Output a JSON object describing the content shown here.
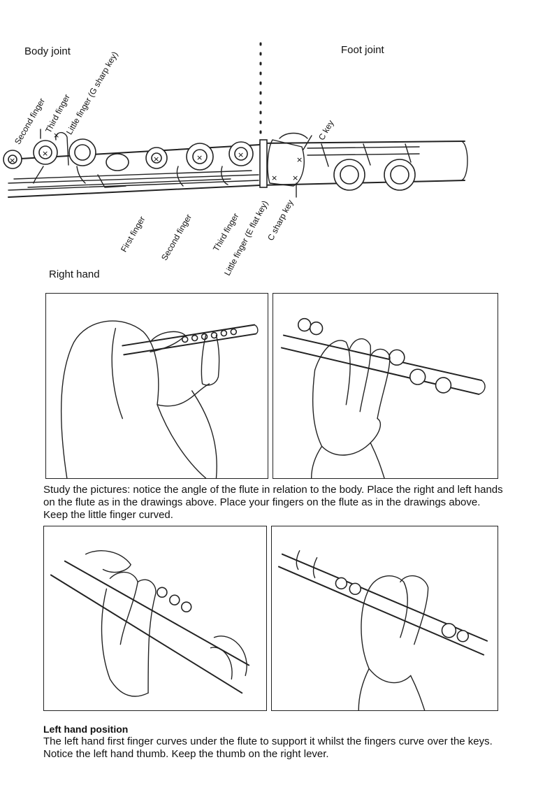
{
  "diagram": {
    "body_joint": "Body joint",
    "foot_joint": "Foot joint",
    "right_hand": "Right hand",
    "labels": {
      "second_finger_top": "Second finger",
      "third_finger_top": "Third finger",
      "little_finger_g_sharp": "Little finger (G sharp key)",
      "c_key": "C key",
      "first_finger": "First finger",
      "second_finger_bottom": "Second finger",
      "third_finger_bottom": "Third finger",
      "little_finger_e_flat": "Little finger (E flat key)",
      "c_sharp_key": "C sharp key"
    }
  },
  "text": {
    "study_paragraph": "Study the pictures: notice the angle of the flute in relation to the body. Place the right and left hands on the flute as in the drawings above. Place your fingers on the flute as in the drawings above. Keep the little finger curved.",
    "left_hand_heading": "Left hand position",
    "left_hand_paragraph": "The left hand first finger curves under the flute to support it whilst the fingers curve over the keys. Notice the left hand thumb. Keep the thumb on the right lever."
  }
}
